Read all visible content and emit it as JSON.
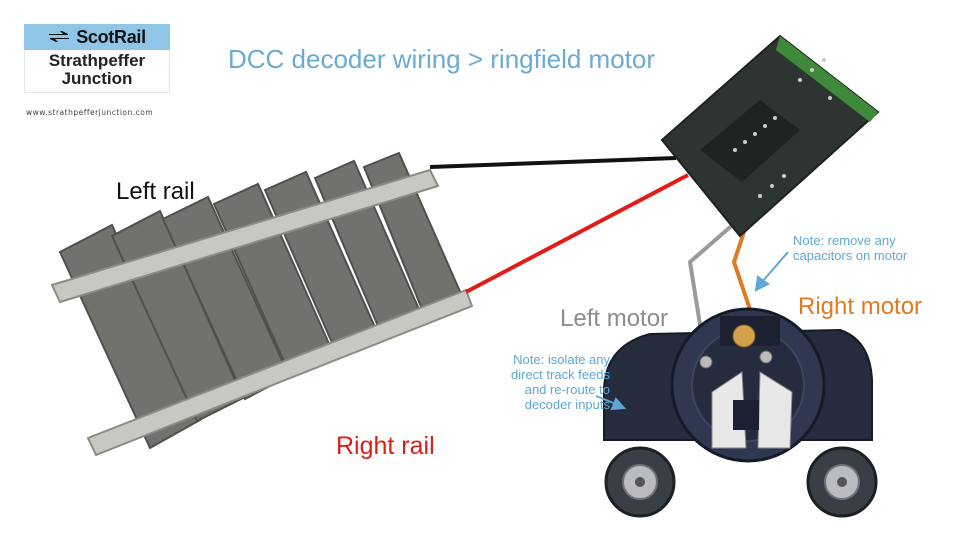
{
  "logo": {
    "brand": "ScotRail",
    "name_line1": "Strathpeffer",
    "name_line2": "Junction",
    "url": "www.strathpefferjunction.com"
  },
  "title": "DCC decoder wiring > ringfield motor",
  "labels": {
    "left_rail": "Left rail",
    "right_rail": "Right rail",
    "left_motor": "Left motor",
    "right_motor": "Right motor"
  },
  "notes": {
    "capacitors": [
      "Note: remove any",
      "capacitors on motor"
    ],
    "isolate": [
      "Note: isolate any",
      "direct track feeds",
      "and re-route to",
      "decoder inputs"
    ]
  },
  "colors": {
    "title": "#6aaad4",
    "note": "#5fa7d6",
    "left_wire": "#111111",
    "right_wire": "#e21b1b",
    "left_motor_wire": "#9a9a9a",
    "right_motor_wire": "#e07a21",
    "decoder_pcb": "#2e3431",
    "decoder_edge": "#3f8a3a",
    "motor_body": "#242c3d"
  }
}
